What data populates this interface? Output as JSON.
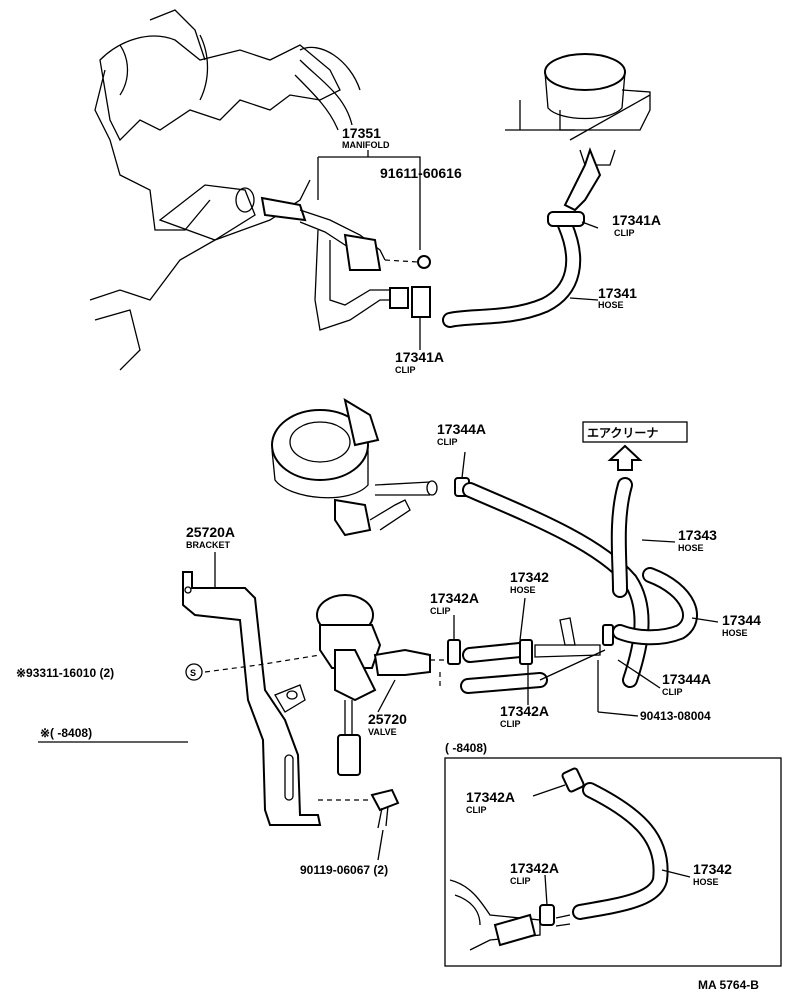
{
  "parts": {
    "manifold": {
      "number": "17351",
      "name": "MANIFOLD"
    },
    "gasket_top": {
      "number": "91611-60616"
    },
    "clip_top_right": {
      "number": "17341A",
      "name": "CLIP"
    },
    "hose_top": {
      "number": "17341",
      "name": "HOSE"
    },
    "clip_top_bottom": {
      "number": "17341A",
      "name": "CLIP"
    },
    "clip_mid_top": {
      "number": "17344A",
      "name": "CLIP"
    },
    "air_cleaner": {
      "label": "エアクリーナ"
    },
    "hose_17343": {
      "number": "17343",
      "name": "HOSE"
    },
    "bracket": {
      "number": "25720A",
      "name": "BRACKET"
    },
    "clip_17342a_left": {
      "number": "17342A",
      "name": "CLIP"
    },
    "hose_17342": {
      "number": "17342",
      "name": "HOSE"
    },
    "hose_17344": {
      "number": "17344",
      "name": "HOSE"
    },
    "clip_17344a_right": {
      "number": "17344A",
      "name": "CLIP"
    },
    "bolt_93311": {
      "number": "※93311-16010 (2)"
    },
    "valve": {
      "number": "25720",
      "name": "VALVE"
    },
    "clip_17342a_bottom": {
      "number": "17342A",
      "name": "CLIP"
    },
    "pipe_90413": {
      "number": "90413-08004"
    },
    "bolt_90119": {
      "number": "90119-06067 (2)"
    }
  },
  "note_range": "※(      -8408)",
  "inset": {
    "title": "(      -8408)",
    "clip_upper": {
      "number": "17342A",
      "name": "CLIP"
    },
    "clip_lower": {
      "number": "17342A",
      "name": "CLIP"
    },
    "hose": {
      "number": "17342",
      "name": "HOSE"
    }
  },
  "drawing_code": "MA 5764-B"
}
